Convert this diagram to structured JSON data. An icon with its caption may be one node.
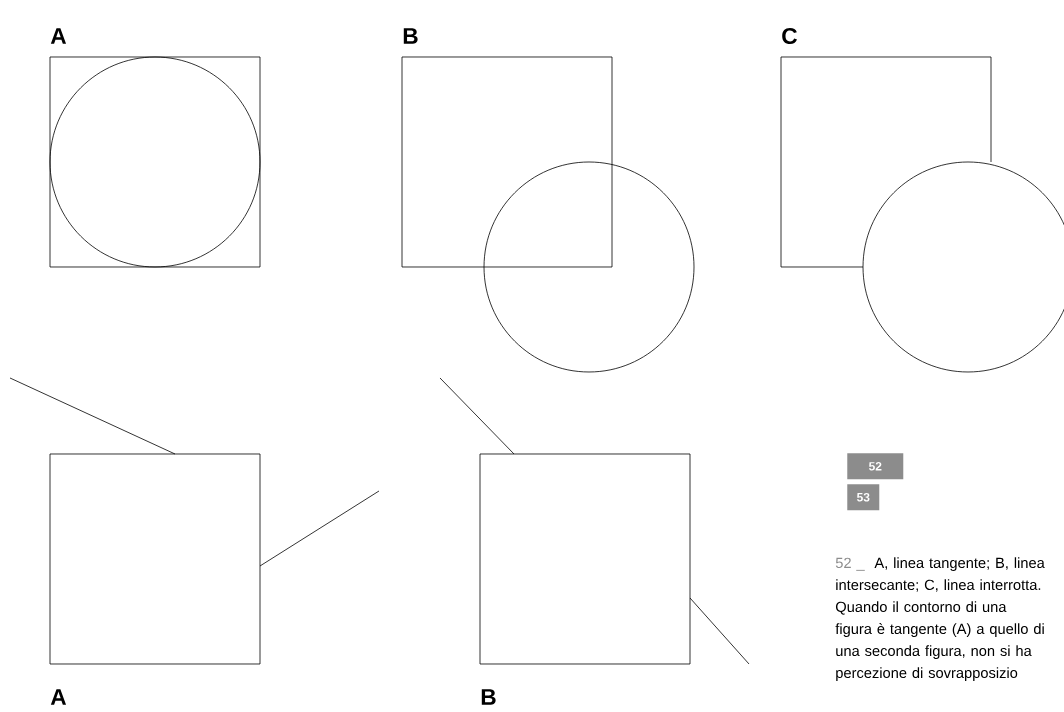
{
  "diagram": {
    "nodes": [
      {
        "text": [
          "52"
        ]
      },
      {
        "text": [
          "53"
        ]
      }
    ],
    "labels": [
      "A",
      "B",
      "C",
      "A",
      "B",
      "52 _",
      "A, linea tangente; B, linea intersecante; C, linea interrotta. Quando il contorno di una figura è tangente (A) a quello di una seconda figura, non si ha percezione di sovrapposizio"
    ]
  }
}
